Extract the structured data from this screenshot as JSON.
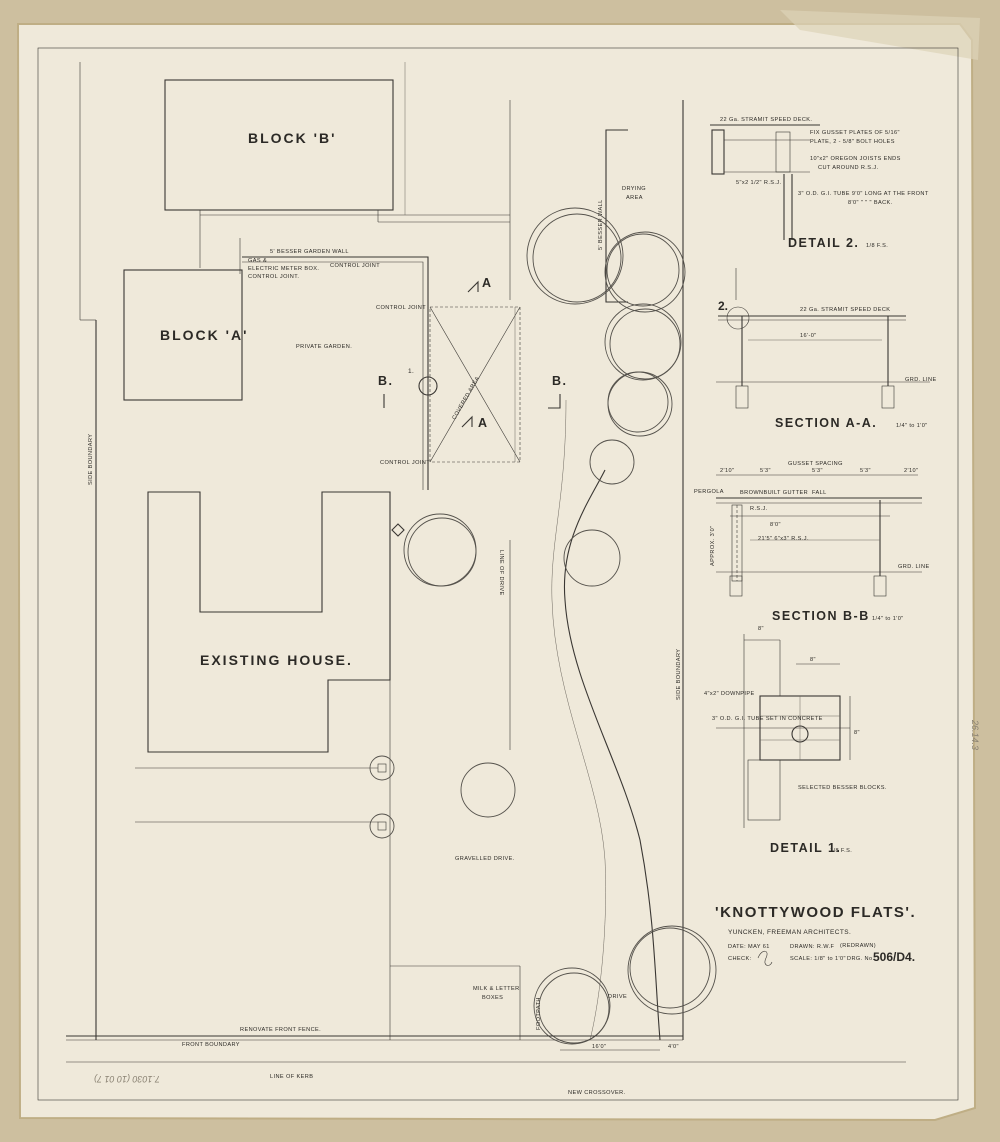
{
  "drawing": {
    "title": "'KNOTTYWOOD FLATS'.",
    "architects": "YUNCKEN, FREEMAN ARCHITECTS.",
    "date": "DATE: MAY 61",
    "drawn": "DRAWN: R.W.F",
    "drawn_note": "(REDRAWN)",
    "check": "CHECK:",
    "scale": "SCALE: 1/8\" to 1'0\"",
    "drg_label": "DRG. No.",
    "drg_number": "506/D4."
  },
  "plan": {
    "block_b": "BLOCK 'B'",
    "block_a": "BLOCK 'A'",
    "existing_house": "EXISTING HOUSE.",
    "private_garden": "PRIVATE GARDEN.",
    "gravelled_drive": "GRAVELLED DRIVE.",
    "drive": "DRIVE",
    "line_of_drive": "LINE OF DRIVE",
    "side_boundary_left": "SIDE BOUNDARY",
    "side_boundary_right": "SIDE BOUNDARY",
    "front_boundary": "FRONT BOUNDARY",
    "renovate_fence": "RENOVATE FRONT FENCE.",
    "line_of_kerb": "LINE OF KERB",
    "new_crossover": "NEW CROSSOVER.",
    "milk_letter": "MILK & LETTER",
    "boxes": "BOXES",
    "footpath": "FOOTPATH",
    "drying_area": "DRYING",
    "drying_area_2": "AREA",
    "brick_wall": "5' BESSER WALL",
    "covered_area": "COVERED AREA",
    "garden_wall": "5' BESSER GARDEN WALL",
    "gas_el": "GAS &",
    "meter_box": "ELECTRIC METER BOX.",
    "control_joint_1": "CONTROL JOINT.",
    "control_joint_2": "CONTROL JOINT",
    "control_joint_3": "CONTROL JOINT",
    "control_joint_4": "CONTROL JOINT",
    "marker_a": "A",
    "marker_b": "B.",
    "marker_1": "1.",
    "dim_front": "16'0\"",
    "dim_front2": "4'0\""
  },
  "detail2": {
    "heading": "DETAIL 2.",
    "scale": "1/8 F.S.",
    "note_deck": "22 Ga. STRAMIT SPEED DECK.",
    "note_gusset": "FIX GUSSET PLATES OF 5/16\"",
    "note_gusset2": "PLATE, 2 - 5/8\" BOLT HOLES",
    "note_joists": "10\"x2\" OREGON JOISTS ENDS",
    "note_joists2": "CUT AROUND R.S.J.",
    "note_rsj": "5\"x2 1/2\" R.S.J.",
    "note_tube": "3\" O.D. G.I. TUBE 9'0\" LONG AT THE FRONT",
    "note_tube2": "8'0\" \" \" \" BACK."
  },
  "sectionAA": {
    "heading": "SECTION A-A.",
    "scale": "1/4\" to 1'0\"",
    "note_deck": "22 Ga. STRAMIT SPEED DECK",
    "dim": "16'-0\"",
    "grd": "GRD. LINE",
    "marker": "2."
  },
  "sectionBB": {
    "heading": "SECTION B-B",
    "scale": "1/4\" to 1'0\"",
    "gusset": "GUSSET SPACING",
    "pergola": "PERGOLA",
    "gutter": "BROWNBUILT GUTTER",
    "fall": "FALL",
    "rsj": "R.S.J.",
    "dim_8": "8'0\"",
    "dim_rsj": "21'5\" 6\"x3\" R.S.J.",
    "grd": "GRD. LINE",
    "opt": "APPROX. 3'0\"",
    "d1": "2'10\"",
    "d2": "5'3\"",
    "d3": "5'3\"",
    "d4": "5'3\"",
    "d5": "2'10\""
  },
  "detail1": {
    "heading": "DETAIL 1.",
    "scale": "1/8 F.S.",
    "downpipe": "4\"x2\" DOWNPIPE",
    "tube": "3\" O.D. G.I. TUBE SET IN CONCRETE",
    "blocks": "SELECTED BESSER BLOCKS.",
    "dim_a": "8\"",
    "dim_b": "8\"",
    "dim_c": "8\""
  },
  "pencil": {
    "ref_bottom": "7.1030 (10 01 7)",
    "ref_side": "26.14.3"
  }
}
